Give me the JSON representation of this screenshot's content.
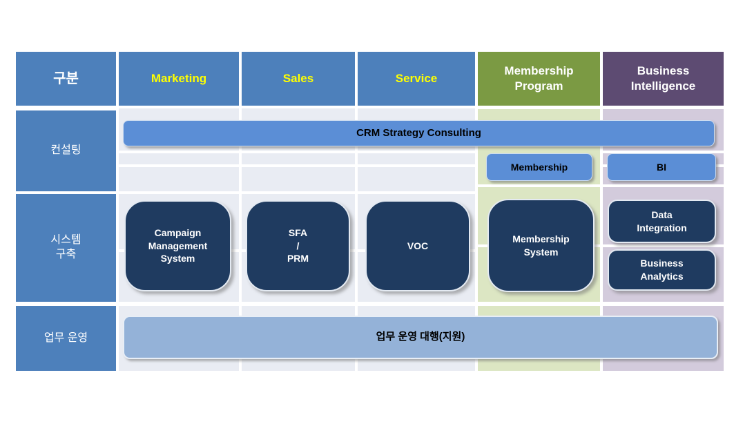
{
  "table": {
    "header": {
      "category": "구분",
      "columns": [
        {
          "label": "Marketing"
        },
        {
          "label": "Sales"
        },
        {
          "label": "Service"
        },
        {
          "label": "Membership\nProgram"
        },
        {
          "label": "Business\nIntelligence"
        }
      ]
    },
    "row_labels": [
      {
        "label": "컨설팅"
      },
      {
        "label": "시스템\n구축"
      },
      {
        "label": "업무 운영"
      }
    ]
  },
  "shapes": {
    "crm_bar": "CRM Strategy Consulting",
    "membership_chip": "Membership",
    "bi_chip": "BI",
    "campaign_box": "Campaign\nManagement\nSystem",
    "sfa_box": "SFA\n/\nPRM",
    "voc_box": "VOC",
    "membership_system_box": "Membership\nSystem",
    "data_integration_box": "Data\nIntegration",
    "business_analytics_box": "Business\nAnalytics",
    "operations_bar": "업무 운영 대행(지원)"
  },
  "colors": {
    "header_blue": "#4d80bb",
    "header_green": "#7b9a43",
    "header_purple": "#5d4b72",
    "header_text_yellow": "#ffff00",
    "chip_blue": "#5b8ed6",
    "navy_box": "#1f3b60",
    "operations_bar_blue": "#94b2d8",
    "body_light": "#e9ecf3",
    "body_green": "#dce6c3",
    "body_purple": "#d3cbdc"
  }
}
